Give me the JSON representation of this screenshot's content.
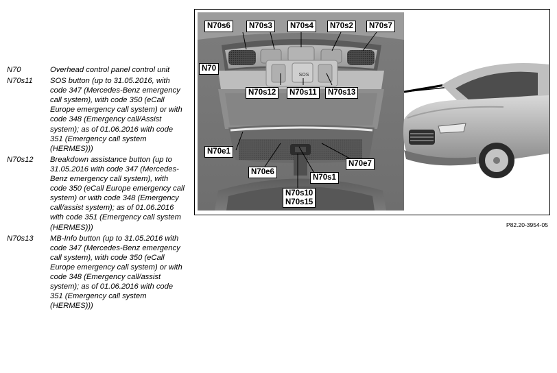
{
  "legend": [
    {
      "code": "N70",
      "text": "Overhead control panel control unit"
    },
    {
      "code": "N70s11",
      "text": "SOS button (up to 31.05.2016, with code 347 (Mercedes-Benz emergency call system), with code 350 (eCall Europe emergency call system) or with code 348 (Emergency call/Assist system); as of 01.06.2016 with code 351 (Emergency call system (HERMES)))"
    },
    {
      "code": "N70s12",
      "text": "Breakdown assistance button (up to 31.05.2016 with code 347 (Mercedes-Benz emergency call system), with code 350 (eCall Europe emergency call system) or with code 348 (Emergency call/assist system); as of 01.06.2016 with code 351 (Emergency call system (HERMES)))"
    },
    {
      "code": "N70s13",
      "text": "MB-Info button (up to 31.05.2016 with code 347 (Mercedes-Benz emergency call system), with code 350 (eCall Europe emergency call system) or with code 348 (Emergency call/assist system); as of 01.06.2016 with code 351 (Emergency call system (HERMES)))"
    }
  ],
  "figure": {
    "callouts": {
      "n70s6": "N70s6",
      "n70s3": "N70s3",
      "n70s4": "N70s4",
      "n70s2": "N70s2",
      "n70s7": "N70s7",
      "n70": "N70",
      "n70s12": "N70s12",
      "n70s11": "N70s11",
      "n70s13": "N70s13",
      "n70e1": "N70e1",
      "n70e6": "N70e6",
      "n70e7": "N70e7",
      "n70s1": "N70s1",
      "n70s10": "N70s10",
      "n70s15": "N70s15"
    },
    "sos_label": "SOS",
    "figure_id": "P82.20-3954-05"
  }
}
